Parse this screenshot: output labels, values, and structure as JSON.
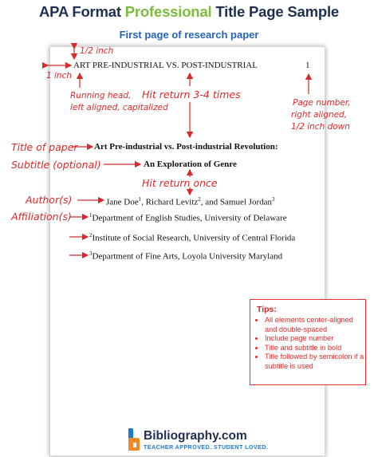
{
  "header": {
    "title_part1": "APA Format ",
    "title_accent": "Professional",
    "title_part2": " Title Page Sample",
    "subtitle": "First page of research paper"
  },
  "paper": {
    "running_head": "ART PRE-INDUSTRIAL VS. POST-INDUSTRIAL",
    "page_number": "1",
    "title": "Art Pre-industrial vs. Post-industrial Revolution:",
    "subtitle": "An Exploration of Genre",
    "authors_text": {
      "a1": "Jane Doe",
      "s1": "1",
      "sep1": ", Richard Levitz",
      "s2": "2",
      "sep2": ", and Samuel Jordan",
      "s3": "3"
    },
    "affiliations": [
      {
        "sup": "1",
        "text": "Department of English Studies, University of Delaware"
      },
      {
        "sup": "2",
        "text": "Institute of Social Research, University of Central Florida"
      },
      {
        "sup": "3",
        "text": "Department of Fine Arts, Loyola University Maryland"
      }
    ]
  },
  "annotations": {
    "half_inch": "1/2 inch",
    "one_inch": "1 inch",
    "running_head_note": [
      "Running head,",
      "left aligned, capitalized"
    ],
    "hit_return_34": "Hit return 3-4 times",
    "page_number_note": [
      "Page number,",
      "right aligned,",
      "1/2 inch down"
    ],
    "title_of_paper": "Title of paper",
    "subtitle_optional": "Subtitle (optional)",
    "hit_return_once": "Hit return once",
    "authors": "Author(s)",
    "affiliations": "Affiliation(s)"
  },
  "tips": {
    "title": "Tips:",
    "items": [
      "All elements center-aligned and double-spaced",
      "Include page number",
      "Title and subtitle in bold",
      "Title followed by semicolon if a subtitle is used"
    ]
  },
  "brand": {
    "name": "Bibliography.com",
    "tagline": "TEACHER APPROVED. STUDENT LOVED.",
    "colors": {
      "red": "#d62b2b",
      "navy": "#1f2f52",
      "green": "#7dbb3d",
      "blue": "#2563b8"
    }
  }
}
